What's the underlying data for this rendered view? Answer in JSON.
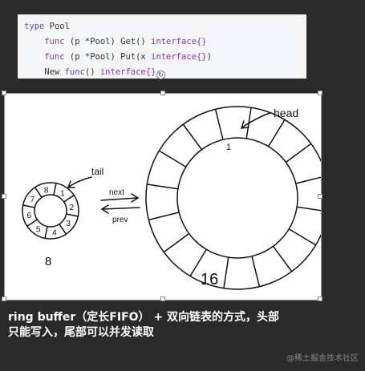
{
  "code": {
    "line1_kw": "type",
    "line1_rest": " Pool",
    "line2_kw": "func",
    "line2_mid": " (p *Pool) Get() ",
    "line2_type": "interface{}",
    "line3_kw": "func",
    "line3_mid": " (p *Pool) Put(x ",
    "line3_type": "interface{}",
    "line3_end": ")",
    "line4_pre": "New ",
    "line4_kw": "func",
    "line4_mid": "() ",
    "line4_type": "interface{}"
  },
  "diagram": {
    "label_head": "head",
    "label_tail": "tail",
    "label_next": "next",
    "label_prev": "prev",
    "small_ring_count": "8",
    "large_ring_count": "16",
    "small_ring_numbers": [
      "8",
      "1",
      "2",
      "3",
      "4",
      "5",
      "6",
      "7"
    ],
    "large_ring_first": "1"
  },
  "caption": {
    "line1": "ring buffer（定长FIFO） + 双向链表的方式，头部",
    "line2": "只能写入，尾部可以并发读取"
  },
  "watermark": "@稀土掘金技术社区",
  "colors": {
    "background": "#2a2a2a",
    "code_keyword": "#6f42c1",
    "ink": "#111111"
  }
}
